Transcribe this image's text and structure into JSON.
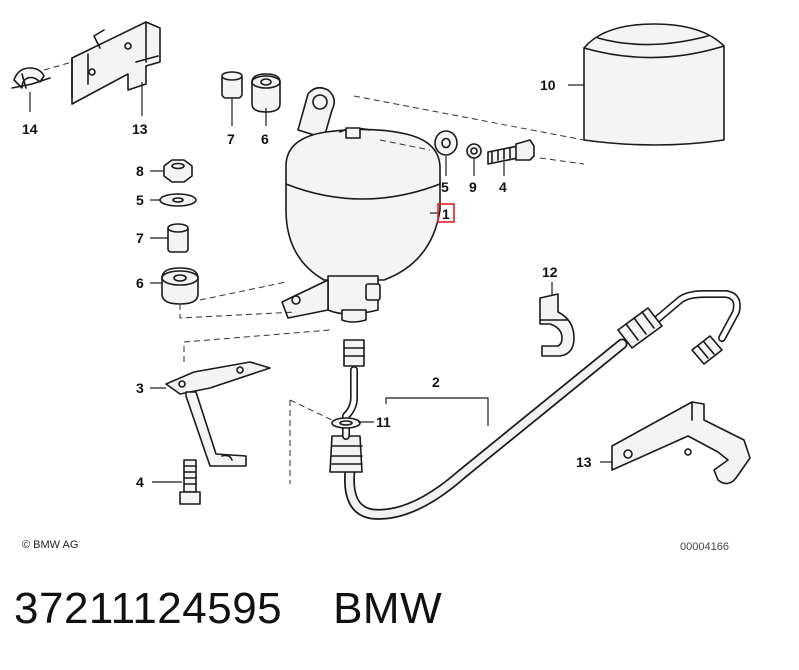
{
  "labels": {
    "l14": "14",
    "l13a": "13",
    "l7a": "7",
    "l6a": "6",
    "l10": "10",
    "l5a": "5",
    "l9": "9",
    "l4a": "4",
    "l1": "1",
    "l8": "8",
    "l5b": "5",
    "l7b": "7",
    "l6b": "6",
    "l12": "12",
    "l2": "2",
    "l3": "3",
    "l11": "11",
    "l13b": "13",
    "l4b": "4"
  },
  "footer": {
    "copyright": "© BMW AG",
    "ref_code": "00004166"
  },
  "caption": {
    "part_number": "37211124595",
    "brand": "BMW"
  },
  "highlight_color": "#e0202a"
}
